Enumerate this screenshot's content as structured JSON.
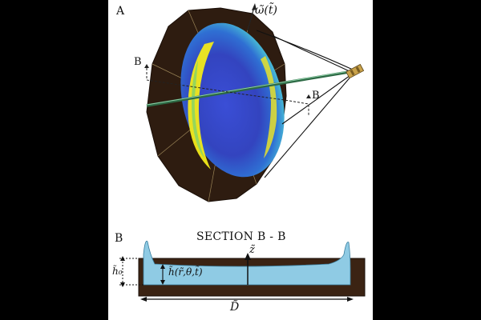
{
  "labels": {
    "panel_a": "A",
    "panel_b": "B",
    "omega": "ω̃(t̃)",
    "cut_left": "B",
    "cut_right": "B",
    "section_title": "SECTION B - B",
    "z_axis": "z̃",
    "film_height": "h̃(r̃,θ,t̃)",
    "initial_height": "h̃₀",
    "diameter": "D̃"
  },
  "colors": {
    "background": "#000000",
    "panel": "#ffffff",
    "dish_frame": "#2e1c10",
    "dish_liquid": "#3b50c8",
    "liquid_highlight": "#f2ea1a",
    "liquid_section": "#8fcbe4",
    "spacecraft": "#c9a24a"
  },
  "icons": {
    "satellite": "satellite-icon"
  }
}
